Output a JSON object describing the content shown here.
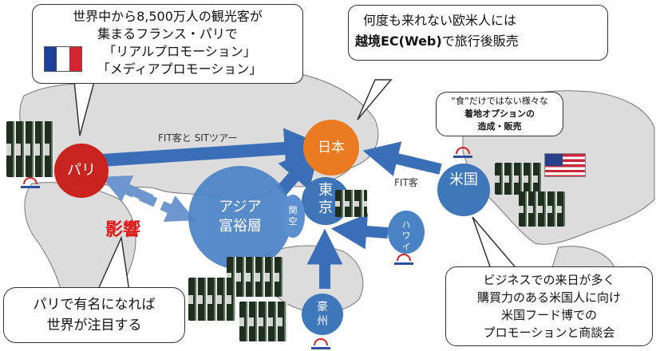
{
  "bubbles": {
    "paris_promo": {
      "line1": "世界中から8,500万人の観光客が",
      "line2": "集まるフランス・パリで",
      "line3": "「リアルプロモーション」",
      "line4": "「メディアプロモーション」"
    },
    "ec": {
      "line1": "何度も来れない欧米人には",
      "line2_bold": "越境EC(Web)",
      "line2_rest": "で旅行後販売"
    },
    "options": {
      "line1": "“食”だけではない様々な",
      "line2": "着地オプションの",
      "line3": "造成・販売"
    },
    "famous": {
      "line1": "パリで有名になれば",
      "line2": "世界が注目する"
    },
    "business": {
      "line1": "ビジネスでの来日が多く",
      "line2": "購買力のある米国人に向け",
      "line3": "米国フード博での",
      "line4": "プロモーションと商談会"
    }
  },
  "nodes": {
    "paris": "パリ",
    "japan": "日本",
    "usa": "米国",
    "asia_line1": "アジア",
    "asia_line2": "富裕層",
    "tokyo_line1": "東",
    "tokyo_line2": "京",
    "kansai": "関空",
    "hawaii": "ハワイ",
    "australia_line1": "豪",
    "australia_line2": "州"
  },
  "labels": {
    "fit_sit": "FIT客と SITツアー",
    "fit": "FIT客",
    "influence": "影響"
  },
  "colors": {
    "arrow_blue": "#3a6fb8",
    "paris_red": "#c8231e",
    "japan_orange": "#ec7a20",
    "asia_blue": "#4a82c6",
    "influence_red": "#e01818",
    "map_gray": "#d4d4d4"
  }
}
